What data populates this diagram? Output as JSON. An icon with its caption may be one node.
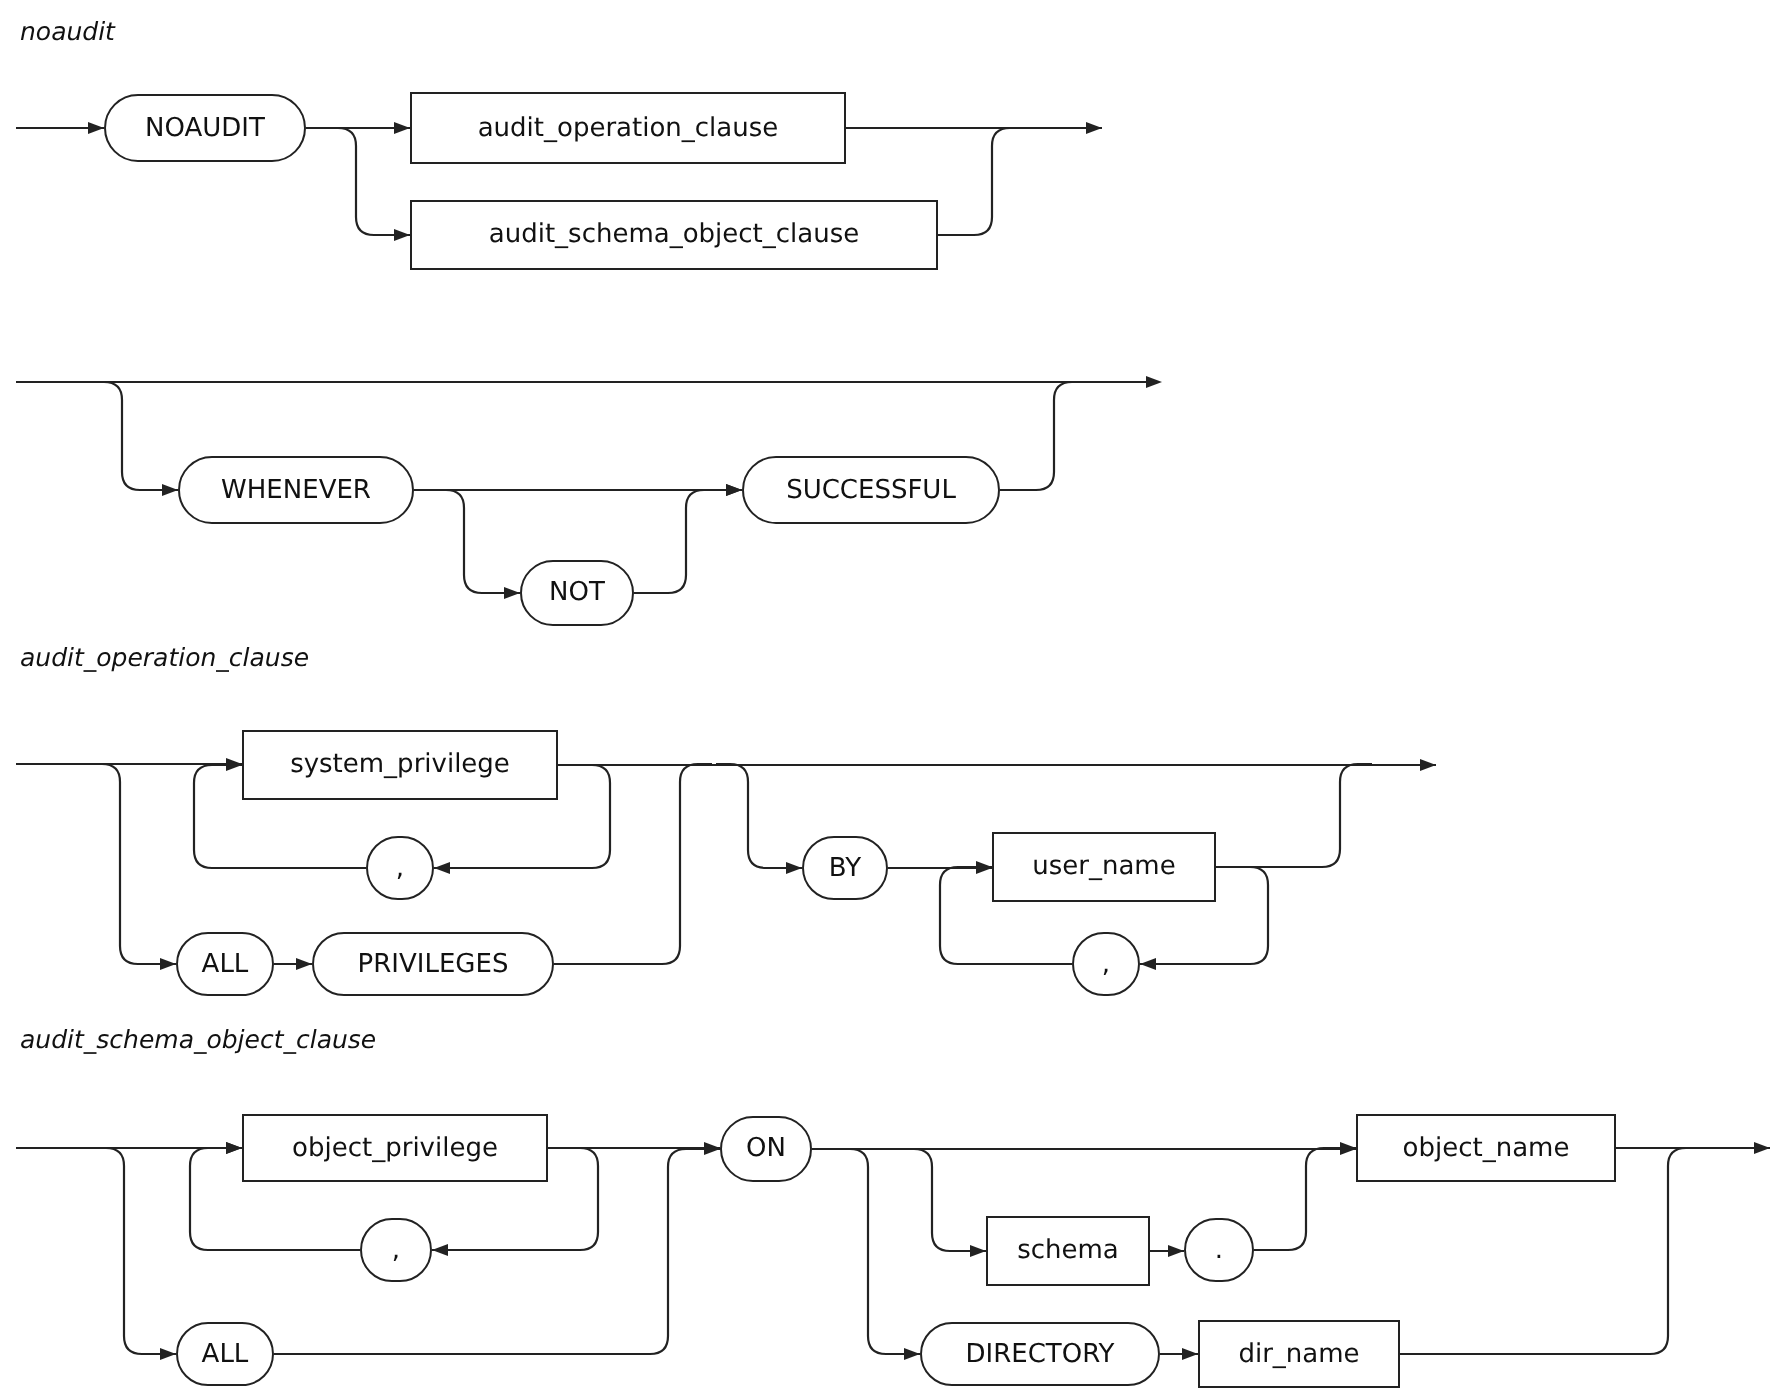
{
  "diagram": {
    "nodes": [
      {
        "text": [
          "NOAUDIT"
        ]
      },
      {
        "text": [
          "audit_operation_clause"
        ]
      },
      {
        "text": [
          "audit_schema_object_clause"
        ]
      },
      {
        "text": [
          "WHENEVER"
        ]
      },
      {
        "text": [
          "NOT"
        ]
      },
      {
        "text": [
          "SUCCESSFUL"
        ]
      },
      {
        "text": [
          "system_privilege"
        ]
      },
      {
        "text": [
          ","
        ]
      },
      {
        "text": [
          "ALL"
        ]
      },
      {
        "text": [
          "PRIVILEGES"
        ]
      },
      {
        "text": [
          "BY"
        ]
      },
      {
        "text": [
          "user_name"
        ]
      },
      {
        "text": [
          ","
        ]
      },
      {
        "text": [
          "object_privilege"
        ]
      },
      {
        "text": [
          ","
        ]
      },
      {
        "text": [
          "ALL"
        ]
      },
      {
        "text": [
          "ON"
        ]
      },
      {
        "text": [
          "schema"
        ]
      },
      {
        "text": [
          "."
        ]
      },
      {
        "text": [
          "object_name"
        ]
      },
      {
        "text": [
          "DIRECTORY"
        ]
      },
      {
        "text": [
          "dir_name"
        ]
      }
    ],
    "edges": [
      {
        "from": null,
        "to": 0,
        "arrow": "to"
      },
      {
        "from": 0,
        "to": 1,
        "arrow": "to"
      },
      {
        "from": 0,
        "to": 2,
        "arrow": "to"
      },
      {
        "from": 1,
        "to": null,
        "arrow": "to"
      },
      {
        "from": 2,
        "to": null,
        "arrow": "none"
      },
      {
        "from": null,
        "to": 3,
        "arrow": "to"
      },
      {
        "from": 3,
        "to": 5,
        "arrow": "to"
      },
      {
        "from": 3,
        "to": 4,
        "arrow": "to"
      },
      {
        "from": 4,
        "to": 5,
        "arrow": "to"
      },
      {
        "from": 5,
        "to": null,
        "arrow": "none"
      },
      {
        "from": null,
        "to": 6,
        "arrow": "to"
      },
      {
        "from": 6,
        "to": 7,
        "arrow": "to"
      },
      {
        "from": 7,
        "to": 6,
        "arrow": "to"
      },
      {
        "from": null,
        "to": 8,
        "arrow": "to"
      },
      {
        "from": 8,
        "to": 9,
        "arrow": "to"
      },
      {
        "from": 9,
        "to": null,
        "arrow": "none"
      },
      {
        "from": 6,
        "to": null,
        "arrow": "to"
      },
      {
        "from": null,
        "to": 10,
        "arrow": "to"
      },
      {
        "from": 10,
        "to": 11,
        "arrow": "to"
      },
      {
        "from": 11,
        "to": 12,
        "arrow": "to"
      },
      {
        "from": 12,
        "to": 11,
        "arrow": "to"
      },
      {
        "from": 11,
        "to": null,
        "arrow": "none"
      },
      {
        "from": null,
        "to": 13,
        "arrow": "to"
      },
      {
        "from": 13,
        "to": 14,
        "arrow": "to"
      },
      {
        "from": 14,
        "to": 13,
        "arrow": "to"
      },
      {
        "from": 13,
        "to": 16,
        "arrow": "to"
      },
      {
        "from": null,
        "to": 15,
        "arrow": "to"
      },
      {
        "from": 15,
        "to": 16,
        "arrow": "to"
      },
      {
        "from": 16,
        "to": 19,
        "arrow": "to"
      },
      {
        "from": 16,
        "to": 17,
        "arrow": "to"
      },
      {
        "from": 17,
        "to": 18,
        "arrow": "to"
      },
      {
        "from": 18,
        "to": 19,
        "arrow": "to"
      },
      {
        "from": 16,
        "to": 20,
        "arrow": "to"
      },
      {
        "from": 20,
        "to": 21,
        "arrow": "to"
      },
      {
        "from": 19,
        "to": null,
        "arrow": "to"
      },
      {
        "from": 21,
        "to": null,
        "arrow": "none"
      }
    ],
    "labels": [
      "noaudit",
      "audit_operation_clause",
      "audit_schema_object_clause"
    ]
  }
}
